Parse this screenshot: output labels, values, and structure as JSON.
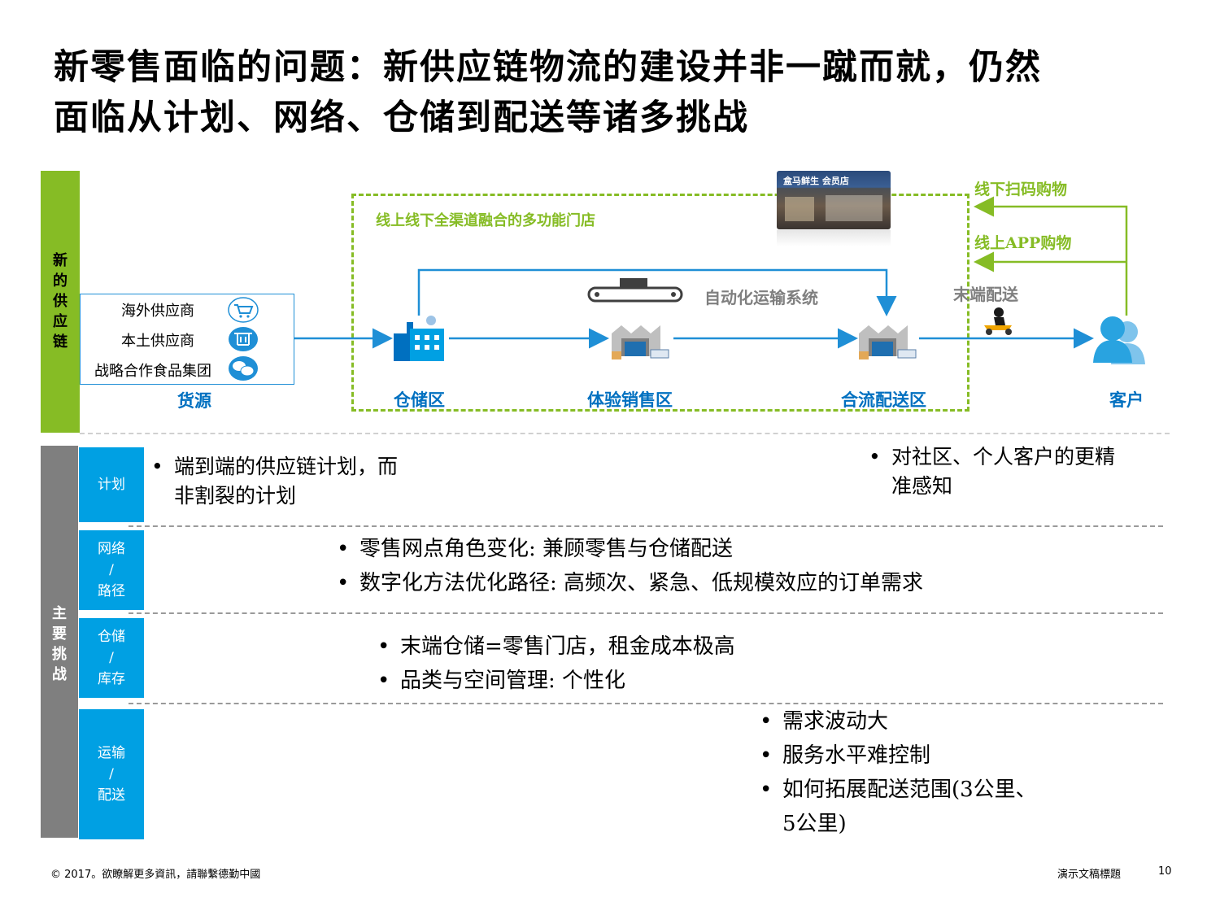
{
  "title": {
    "line1": "新零售面临的问题：新供应链物流的建设并非一蹴而就，仍然",
    "line2": "面临从计划、网络、仓储到配送等诸多挑战"
  },
  "sections": {
    "new_supply_chain": "新的供应链",
    "main_challenges": "主要挑战"
  },
  "sources": {
    "items": [
      "海外供应商",
      "本土供应商",
      "战略合作食品集团"
    ],
    "label": "货源"
  },
  "store_box": {
    "label": "线上线下全渠道融合的多功能门店",
    "photo_caption": "盒马鲜生 会员店"
  },
  "flow": {
    "warehouse": "仓储区",
    "experience": "体验销售区",
    "dispatch": "合流配送区",
    "auto_transport": "自动化运输系统",
    "last_mile": "末端配送",
    "customer": "客户"
  },
  "channels": {
    "offline_scan": "线下扫码购物",
    "online_app": "线上APP购物"
  },
  "categories": {
    "plan": "计划",
    "network": [
      "网络",
      "/",
      "路径"
    ],
    "storage": [
      "仓储",
      "/",
      "库存"
    ],
    "transport": [
      "运输",
      "/",
      "配送"
    ]
  },
  "bullets": {
    "plan_left": [
      "端到端的供应链计划，而",
      "非割裂的计划"
    ],
    "plan_right": [
      "对社区、个人客户的更精",
      "准感知"
    ],
    "network": [
      "零售网点角色变化: 兼顾零售与仓储配送",
      "数字化方法优化路径: 高频次、紧急、低规模效应的订单需求"
    ],
    "storage": [
      "末端仓储=零售门店，租金成本极高",
      "品类与空间管理: 个性化"
    ],
    "transport": [
      "需求波动大",
      "服务水平难控制",
      "如何拓展配送范围(3公里、",
      "5公里)"
    ]
  },
  "bullet_mark": "•",
  "footer": {
    "copyright": "© 2017。欲瞭解更多資訊，請聯繫德勤中國",
    "deck_title": "演示文稿標題",
    "page": "10"
  },
  "colors": {
    "green": "#86bc25",
    "blue": "#0070c0",
    "cyan": "#00a0e3",
    "gray": "#7f7f7f"
  }
}
